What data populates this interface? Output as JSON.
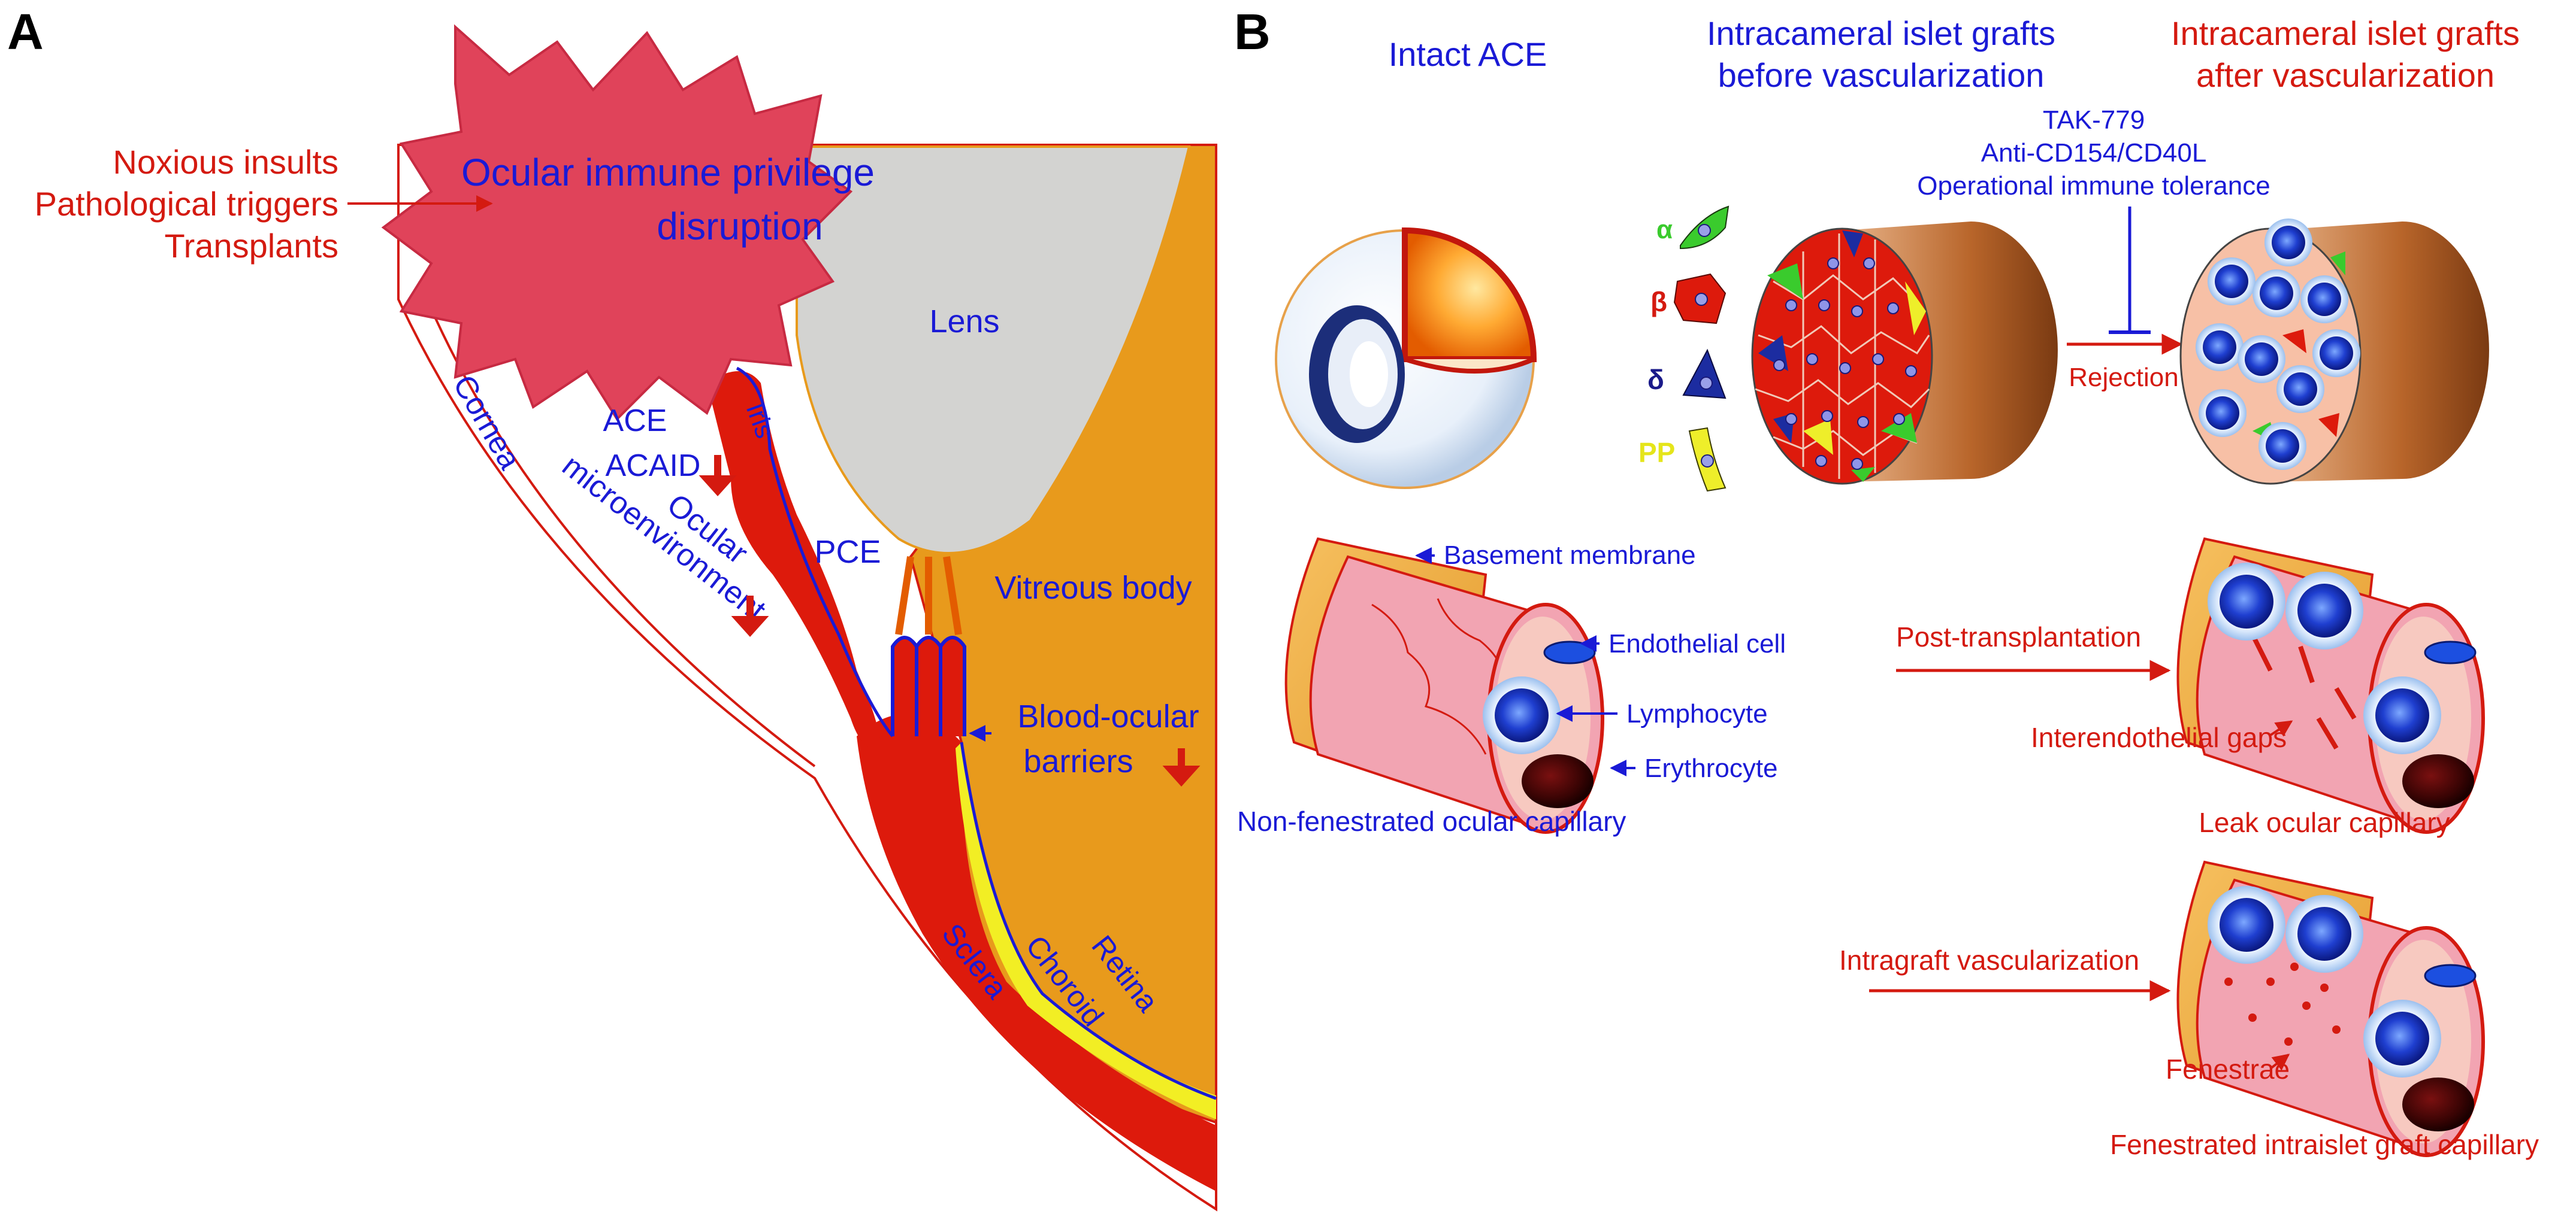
{
  "panel_a": {
    "letter": "A",
    "insults": [
      "Noxious insults",
      "Pathological triggers",
      "Transplants"
    ],
    "burst_label": [
      "Ocular immune privilege",
      "disruption"
    ],
    "lens": "Lens",
    "cornea": "Cornea",
    "ace": "ACE",
    "acaid": "ACAID",
    "iris": "Iris",
    "ocular_micro": [
      "Ocular",
      "microenvironment"
    ],
    "pce": "PCE",
    "vitreous": "Vitreous body",
    "barriers": [
      "Blood-ocular",
      "barriers"
    ],
    "retina": "Retina",
    "choroid": "Choroid",
    "sclera": "Sclera"
  },
  "panel_b": {
    "letter": "B",
    "intact_ace": "Intact ACE",
    "before_vasc": [
      "Intracameral islet grafts",
      "before vascularization"
    ],
    "after_vasc": [
      "Intracameral islet grafts",
      "after vascularization"
    ],
    "treatments": [
      "TAK-779",
      "Anti-CD154/CD40L",
      "Operational immune tolerance"
    ],
    "rejection": "Rejection",
    "cell_types": {
      "alpha": "α",
      "beta": "β",
      "delta": "δ",
      "pp": "PP"
    },
    "capillary_labels": {
      "basement": "Basement membrane",
      "endothelial": "Endothelial cell",
      "lymphocyte": "Lymphocyte",
      "erythrocyte": "Erythrocyte",
      "non_fenestrated": "Non-fenestrated ocular capillary"
    },
    "post_transplant": "Post-transplantation",
    "interendothelial": "Interendothelial gaps",
    "leak": "Leak ocular capillary",
    "intragraft": "Intragraft vascularization",
    "fenestrae": "Fenestrae",
    "fenestrated": "Fenestrated intraislet graft capillary"
  },
  "colors": {
    "blue_text": "#1a1ad6",
    "red_text": "#d41a10",
    "burst": "#e0435a",
    "vitreous": "#e89a1c",
    "lens": "#d3d3d1",
    "tissue_red": "#dd1a0c",
    "retina_yellow": "#f2ee24",
    "capillary_pink": "#f2a4b2",
    "capillary_orange": "#eeaa33"
  }
}
